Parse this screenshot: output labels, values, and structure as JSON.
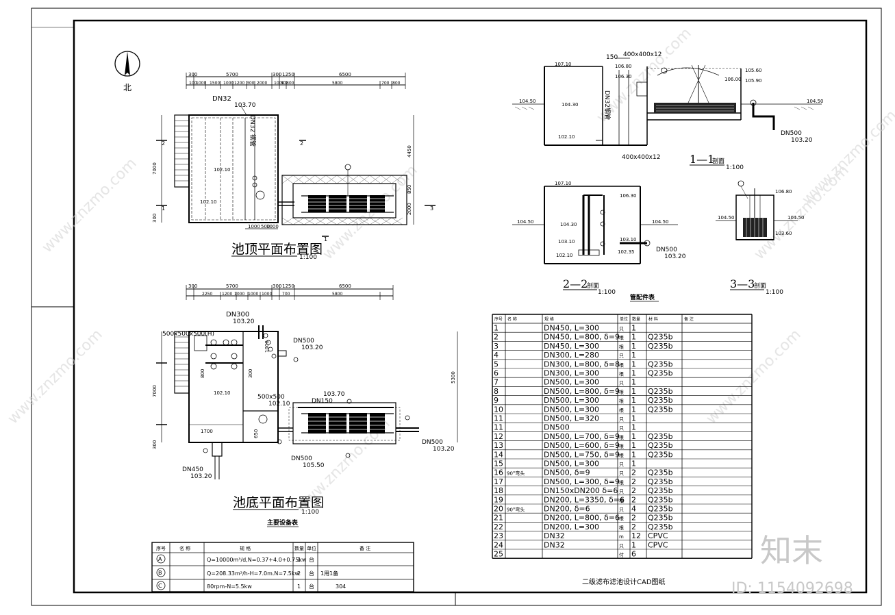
{
  "north_label": "北",
  "plan_top": {
    "title": "池顶平面布置图",
    "scale": "1:100",
    "dims_row1": [
      "300",
      "5700",
      "300",
      "1250",
      "6500"
    ],
    "dims_row2": [
      "100",
      "1000",
      "1500",
      "1000",
      "1200",
      "300",
      "2000",
      "1000",
      "50",
      "800",
      "5800",
      "700",
      "800"
    ],
    "left_dims": [
      "7000",
      "300"
    ],
    "right_dims": [
      "4450",
      "850",
      "2000"
    ],
    "pipe_label": "DN32",
    "pipe_elev": "103.70",
    "pipe_label_vertical": "DN32 钢管",
    "elev_a": "102.10",
    "elev_b": "102.10",
    "bottom_dims": [
      "1000",
      "500",
      "1000"
    ],
    "section_markers": [
      "2",
      "2",
      "1",
      "1",
      "3"
    ]
  },
  "plan_bottom": {
    "title": "池底平面布置图",
    "scale": "1:100",
    "subtitle": "主要设备表",
    "dims_row1": [
      "300",
      "5700",
      "300",
      "1250",
      "6500"
    ],
    "dims_row2": [
      "2250",
      "1200",
      "1000",
      "1000",
      "1000",
      "700",
      "5800"
    ],
    "left_dims": [
      "7000",
      "300"
    ],
    "right_dims": [
      "5300"
    ],
    "label_dn300": "DN300",
    "elev_dn300": "103.20",
    "label_box": "500x500x500(H)",
    "label_dn500a": "DN500",
    "elev_dn500a": "103.20",
    "label_box2": "500x500",
    "label_dn150": "DN150",
    "elev_dn150": "103.70",
    "elev_inner": "102.10",
    "elev_inner2": "102.10",
    "dim_1700": "1700",
    "label_dn500b": "DN500",
    "elev_dn500b": "105.50",
    "label_dn500c": "DN500",
    "elev_dn500c": "103.20",
    "label_dn450": "DN450",
    "elev_dn450": "103.20",
    "dims_mid": [
      "800",
      "300",
      "1000",
      "650"
    ]
  },
  "section_11": {
    "title": "1—1",
    "suffix": "剖面",
    "scale": "1:100",
    "elevs": [
      "107.10",
      "104.50",
      "104.30",
      "102.10",
      "106.30",
      "106.80",
      "105.60",
      "105.90",
      "106.00",
      "104.50"
    ],
    "box_top": "400x400x12",
    "box_bottom": "400x400x12",
    "vertical_label": "DN32钢管",
    "label_dn500": "DN500",
    "elev_dn500": "103.20",
    "label_150": "150"
  },
  "section_22": {
    "title": "2—2",
    "suffix": "剖面",
    "scale": "1:100",
    "elevs": [
      "107.10",
      "106.30",
      "104.50",
      "104.30",
      "104.50",
      "103.10",
      "102.10",
      "102.35",
      "103.10"
    ],
    "label_dn500": "DN500",
    "elev_dn500": "103.20"
  },
  "section_33": {
    "title": "3—3",
    "suffix": "剖面",
    "scale": "1:100",
    "elevs": [
      "106.80",
      "104.50",
      "104.50",
      "103.60"
    ]
  },
  "equipment_table": {
    "headers": [
      "序号",
      "名 称",
      "规 格",
      "数量",
      "单位",
      "备 注"
    ],
    "rows": [
      [
        "A",
        "",
        "Q=10000m³/d,N=0.37+4.0+0.75kw",
        "1",
        "台",
        ""
      ],
      [
        "B",
        "",
        "Q=208.33m³/h-H=7.0m.N=7.5kw",
        "2",
        "台",
        "1用1备"
      ],
      [
        "C",
        "",
        "80rpm-N=5.5kw",
        "1",
        "台",
        "304"
      ]
    ]
  },
  "pipe_table": {
    "title": "管配件表",
    "headers": [
      "序号",
      "名 称",
      "规 格",
      "单位",
      "数量",
      "材 料",
      "备 注"
    ],
    "rows": [
      [
        "1",
        "",
        "DN450, L=300",
        "只",
        "1",
        "",
        ""
      ],
      [
        "2",
        "",
        "DN450, L=800, δ=9",
        "根",
        "1",
        "Q235b",
        ""
      ],
      [
        "3",
        "",
        "DN450, L=300",
        "根",
        "1",
        "Q235b",
        ""
      ],
      [
        "4",
        "",
        "DN300, L=280",
        "只",
        "1",
        "",
        ""
      ],
      [
        "5",
        "",
        "DN300, L=800, δ=8",
        "根",
        "1",
        "Q235b",
        ""
      ],
      [
        "6",
        "",
        "DN300, L=300",
        "根",
        "1",
        "Q235b",
        ""
      ],
      [
        "7",
        "",
        "DN500, L=300",
        "只",
        "1",
        "",
        ""
      ],
      [
        "8",
        "",
        "DN500, L=800, δ=9",
        "根",
        "1",
        "Q235b",
        ""
      ],
      [
        "9",
        "",
        "DN500, L=300",
        "根",
        "1",
        "Q235b",
        ""
      ],
      [
        "10",
        "",
        "DN500, L=300",
        "根",
        "1",
        "Q235b",
        ""
      ],
      [
        "11",
        "",
        "DN500, L=320",
        "只",
        "1",
        "",
        ""
      ],
      [
        "11",
        "",
        "DN500",
        "只",
        "1",
        "",
        ""
      ],
      [
        "12",
        "",
        "DN500, L=700, δ=9",
        "根",
        "1",
        "Q235b",
        ""
      ],
      [
        "13",
        "",
        "DN500, L=600, δ=9",
        "根",
        "1",
        "Q235b",
        ""
      ],
      [
        "14",
        "",
        "DN500, L=750, δ=9",
        "根",
        "1",
        "Q235b",
        ""
      ],
      [
        "15",
        "",
        "DN500, L=300",
        "只",
        "1",
        "",
        ""
      ],
      [
        "16",
        "90°弯头",
        "DN500, δ=9",
        "只",
        "2",
        "Q235b",
        ""
      ],
      [
        "17",
        "",
        "DN500, L=300, δ=9",
        "根",
        "2",
        "Q235b",
        ""
      ],
      [
        "18",
        "",
        "DN150xDN200  δ=6",
        "只",
        "2",
        "Q235b",
        ""
      ],
      [
        "19",
        "",
        "DN200, L=3350, δ=6",
        "根",
        "2",
        "Q235b",
        ""
      ],
      [
        "20",
        "90°弯头",
        "DN200, δ=6",
        "只",
        "4",
        "Q235b",
        ""
      ],
      [
        "21",
        "",
        "DN200, L=800, δ=6",
        "根",
        "2",
        "Q235b",
        ""
      ],
      [
        "22",
        "",
        "DN200, L=300",
        "根",
        "2",
        "Q235b",
        ""
      ],
      [
        "23",
        "",
        "DN32",
        "m",
        "12",
        "CPVC",
        ""
      ],
      [
        "24",
        "",
        "DN32",
        "只",
        "1",
        "CPVC",
        ""
      ],
      [
        "25",
        "",
        "",
        "付",
        "6",
        "",
        ""
      ]
    ]
  },
  "drawing_title": "二级滤布滤池设计CAD图纸",
  "watermark_text": "www.znzmo.com",
  "logo_text": "知末",
  "id_text": "ID: 1154092698"
}
